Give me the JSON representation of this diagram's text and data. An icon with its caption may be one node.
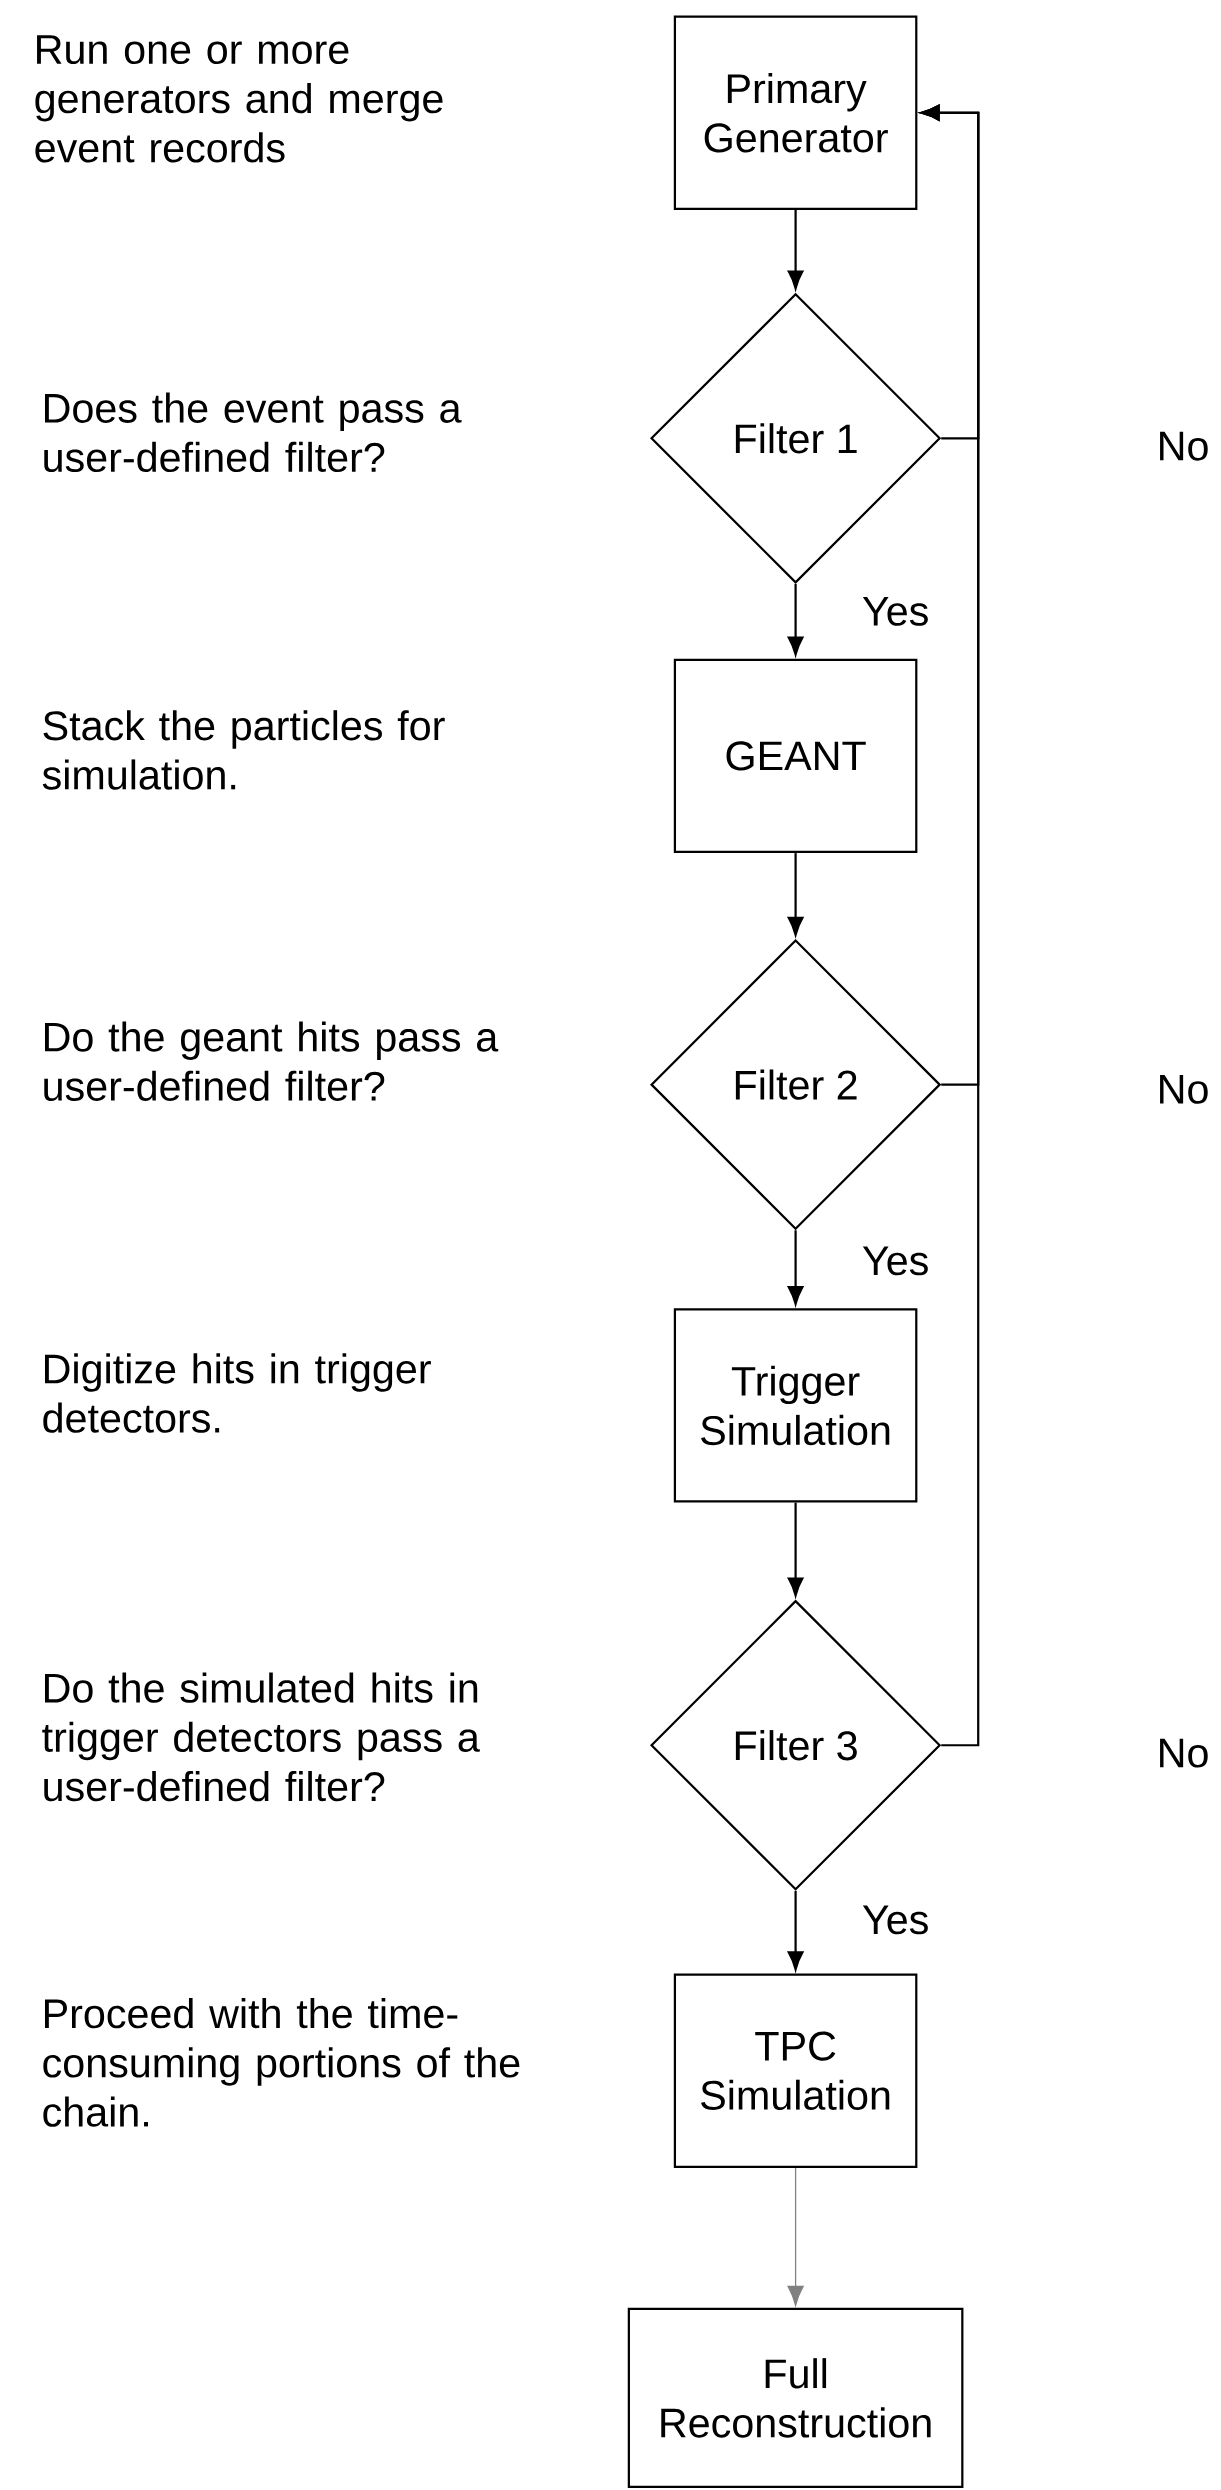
{
  "diagram": {
    "nodes": [
      {
        "text": [
          "Primary Generator"
        ]
      },
      {
        "text": [
          "Filter 1"
        ]
      },
      {
        "text": [
          "GEANT"
        ]
      },
      {
        "text": [
          "Filter 2"
        ]
      },
      {
        "text": [
          "Trigger Simulation"
        ]
      },
      {
        "text": [
          "Filter 3"
        ]
      },
      {
        "text": [
          "TPC Simulation"
        ]
      },
      {
        "text": [
          "Full Reconstruction"
        ]
      }
    ],
    "edges": [
      {
        "from": 0,
        "to": 1,
        "arrow": "to"
      },
      {
        "from": 1,
        "to": 2,
        "arrow": "to",
        "label": "Yes"
      },
      {
        "from": 2,
        "to": 3,
        "arrow": "to"
      },
      {
        "from": 3,
        "to": 4,
        "arrow": "to",
        "label": "Yes"
      },
      {
        "from": 4,
        "to": 5,
        "arrow": "to"
      },
      {
        "from": 5,
        "to": 6,
        "arrow": "to",
        "label": "Yes"
      },
      {
        "from": 6,
        "to": 7,
        "arrow": "to",
        "color": "#808080"
      },
      {
        "from": 1,
        "to": 0,
        "arrow": "to",
        "label": "No"
      },
      {
        "from": 3,
        "to": 0,
        "arrow": "to",
        "label": "No"
      },
      {
        "from": 5,
        "to": 0,
        "arrow": "to",
        "label": "No"
      }
    ],
    "labels": [
      "Run one or more generators and merge event records",
      "Does the event pass a user-defined filter?",
      "Stack the particles for simulation.",
      "Do the geant hits pass a user-defined filter?",
      "Digitize hits in trigger detectors.",
      "Do the simulated hits in trigger detectors pass a user-defined filter?",
      "Proceed with the time-consuming portions of the chain."
    ]
  }
}
